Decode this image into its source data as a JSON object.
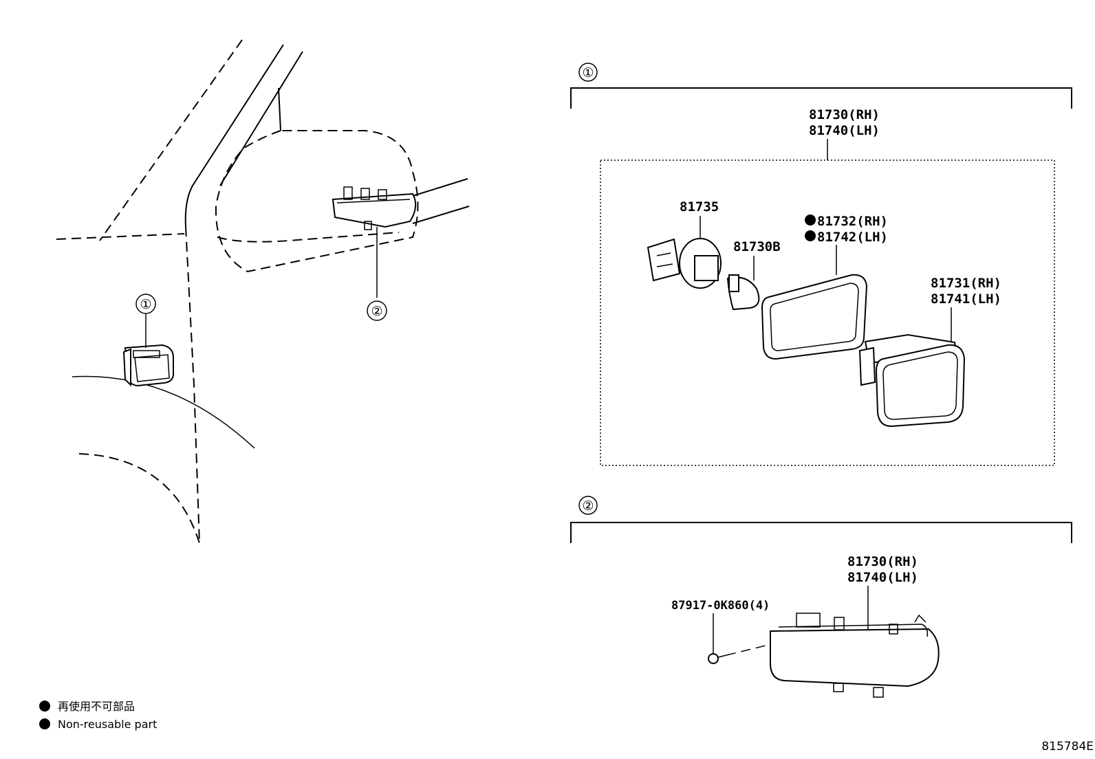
{
  "callouts": {
    "one": "①",
    "two": "②"
  },
  "section1": {
    "index": "①",
    "assembly_rh": "81730(RH)",
    "assembly_lh": "81740(LH)",
    "socket": "81735",
    "bulb": "81730B",
    "gasket_rh": "81732(RH)",
    "gasket_lh": "81742(LH)",
    "lens_rh": "81731(RH)",
    "lens_lh": "81741(LH)"
  },
  "section2": {
    "index": "②",
    "assembly_rh": "81730(RH)",
    "assembly_lh": "81740(LH)",
    "screw": "87917-0K860(4)"
  },
  "legend": {
    "line_jp": "再使用不可部品",
    "line_en": "Non-reusable part"
  },
  "diagram_id": "815784E"
}
